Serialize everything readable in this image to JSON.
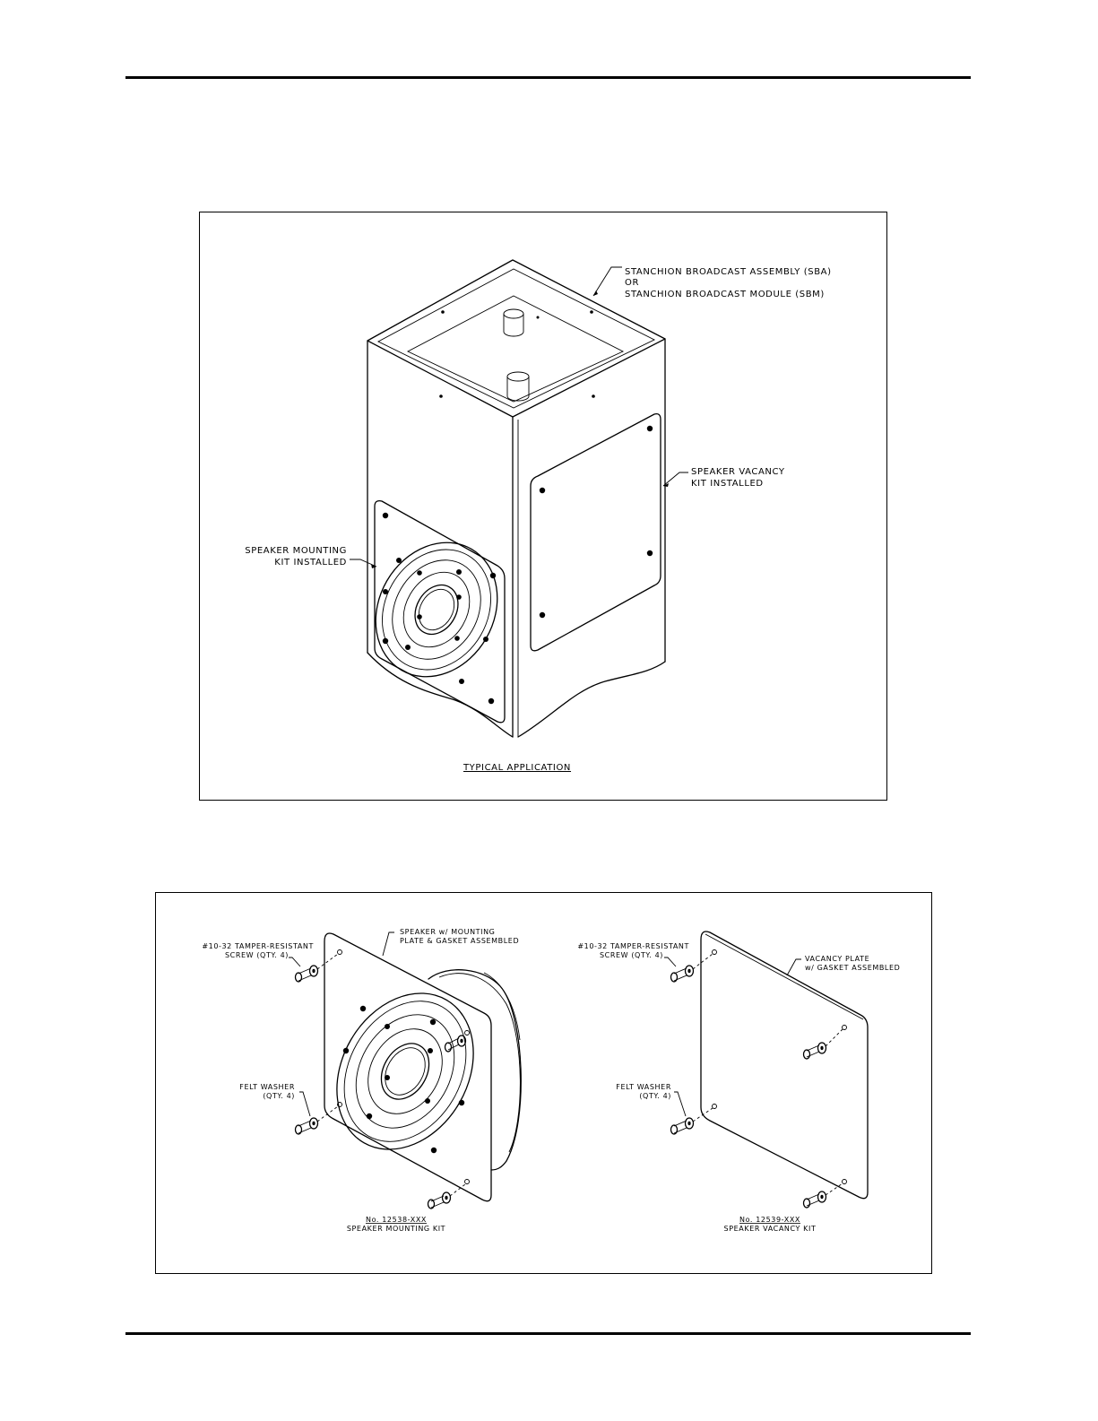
{
  "top_figure": {
    "labels": {
      "sba_line1": "STANCHION BROADCAST ASSEMBLY (SBA)",
      "sba_line2": "OR",
      "sba_line3": "STANCHION BROADCAST MODULE (SBM)",
      "vacancy_line1": "SPEAKER VACANCY",
      "vacancy_line2": "KIT INSTALLED",
      "mounting_line1": "SPEAKER MOUNTING",
      "mounting_line2": "KIT INSTALLED"
    },
    "caption": "TYPICAL APPLICATION"
  },
  "bottom_figure": {
    "left_kit": {
      "screw_line1": "#10-32 TAMPER-RESISTANT",
      "screw_line2": "SCREW (QTY. 4)",
      "plate_line1": "SPEAKER w/ MOUNTING",
      "plate_line2": "PLATE & GASKET ASSEMBLED",
      "washer_line1": "FELT WASHER",
      "washer_line2": "(QTY. 4)",
      "part_no": "No. 12538-XXX",
      "kit_name": "SPEAKER MOUNTING KIT"
    },
    "right_kit": {
      "screw_line1": "#10-32 TAMPER-RESISTANT",
      "screw_line2": "SCREW (QTY. 4)",
      "plate_line1": "VACANCY PLATE",
      "plate_line2": "w/ GASKET ASSEMBLED",
      "washer_line1": "FELT WASHER",
      "washer_line2": "(QTY. 4)",
      "part_no": "No. 12539-XXX",
      "kit_name": "SPEAKER VACANCY KIT"
    }
  }
}
